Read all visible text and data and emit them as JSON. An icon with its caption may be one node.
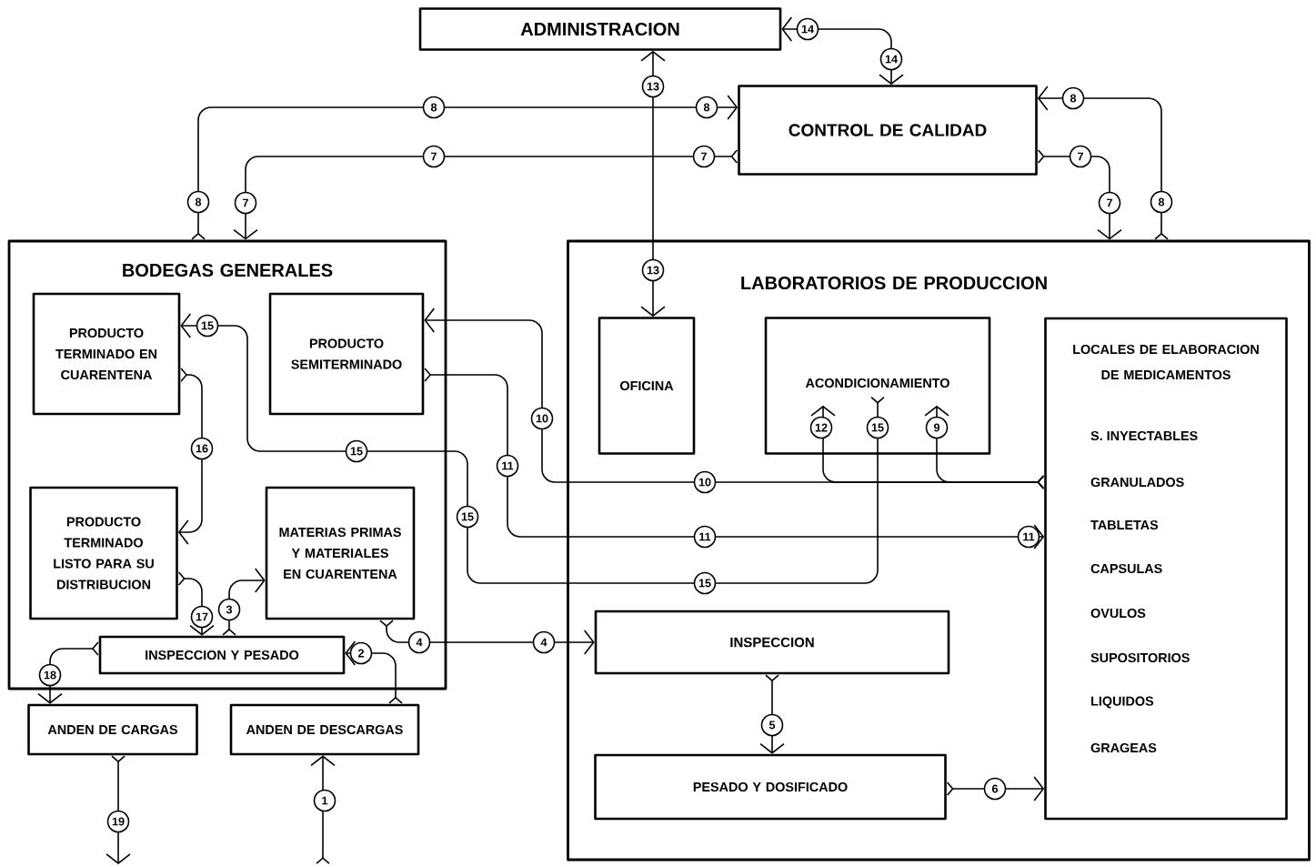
{
  "diagram": {
    "nodes": [
      {
        "text": [
          "ADMINISTRACION"
        ]
      },
      {
        "text": [
          "CONTROL DE CALIDAD"
        ]
      },
      {
        "text": [
          "BODEGAS GENERALES"
        ]
      },
      {
        "text": [
          "PRODUCTO TERMINADO EN CUARENTENA"
        ],
        "in": 2
      },
      {
        "text": [
          "PRODUCTO SEMITERMINADO"
        ],
        "in": 2
      },
      {
        "text": [
          "PRODUCTO TERMINADO LISTO PARA SU DISTRIBUCION"
        ],
        "in": 2
      },
      {
        "text": [
          "MATERIAS PRIMAS Y MATERIALES EN CUARENTENA"
        ],
        "in": 2
      },
      {
        "text": [
          "INSPECCION Y PESADO"
        ],
        "in": 2
      },
      {
        "text": [
          "ANDEN DE CARGAS"
        ]
      },
      {
        "text": [
          "ANDEN DE DESCARGAS"
        ]
      },
      {
        "text": [
          "LABORATORIOS DE PRODUCCION"
        ]
      },
      {
        "text": [
          "OFICINA"
        ],
        "in": 10
      },
      {
        "text": [
          "ACONDICIONAMIENTO"
        ],
        "in": 10
      },
      {
        "text": [
          "LOCALES DE ELABORACION DE MEDICAMENTOS",
          "S. INYECTABLES",
          "GRANULADOS",
          "TABLETAS",
          "CAPSULAS",
          "OVULOS",
          "SUPOSITORIOS",
          "LIQUIDOS",
          "GRAGEAS"
        ],
        "in": 10
      },
      {
        "text": [
          "INSPECCION"
        ],
        "in": 10
      },
      {
        "text": [
          "PESADO Y DOSIFICADO"
        ],
        "in": 10
      }
    ],
    "edges": [
      {
        "from": null,
        "to": 9,
        "arrow": "to",
        "label": "1"
      },
      {
        "from": 9,
        "to": 7,
        "arrow": "to",
        "label": "2"
      },
      {
        "from": 7,
        "to": 6,
        "arrow": "to",
        "label": "3"
      },
      {
        "from": 6,
        "to": 14,
        "arrow": "to",
        "label": "4"
      },
      {
        "from": 14,
        "to": 15,
        "arrow": "to",
        "label": "5"
      },
      {
        "from": 15,
        "to": 13,
        "arrow": "to",
        "label": "6"
      },
      {
        "from": 1,
        "to": 2,
        "arrow": "to",
        "label": "7"
      },
      {
        "from": 1,
        "to": 10,
        "arrow": "to",
        "label": "7"
      },
      {
        "from": 2,
        "to": 1,
        "arrow": "to",
        "label": "8"
      },
      {
        "from": 10,
        "to": 1,
        "arrow": "to",
        "label": "8"
      },
      {
        "from": 13,
        "to": 12,
        "arrow": "to",
        "label": "9"
      },
      {
        "from": 13,
        "to": 12,
        "arrow": "to",
        "label": "12"
      },
      {
        "from": 13,
        "to": 4,
        "arrow": "to",
        "label": "10"
      },
      {
        "from": 4,
        "to": 13,
        "arrow": "to",
        "label": "11"
      },
      {
        "from": 12,
        "to": 3,
        "arrow": "to",
        "label": "15"
      },
      {
        "from": 3,
        "to": 5,
        "arrow": "to",
        "label": "16"
      },
      {
        "from": 5,
        "to": 7,
        "arrow": "to",
        "label": "17"
      },
      {
        "from": 7,
        "to": 8,
        "arrow": "to",
        "label": "18"
      },
      {
        "from": 8,
        "to": null,
        "arrow": "to",
        "label": "19"
      },
      {
        "from": 0,
        "to": 11,
        "arrow": "both",
        "label": "13"
      },
      {
        "from": 0,
        "to": 1,
        "arrow": "both",
        "label": "14"
      }
    ],
    "labels": [
      "14",
      "8",
      "7",
      "8",
      "7",
      "7",
      "8",
      "13",
      "15",
      "10",
      "15",
      "11",
      "15",
      "11",
      "15",
      "4"
    ]
  }
}
